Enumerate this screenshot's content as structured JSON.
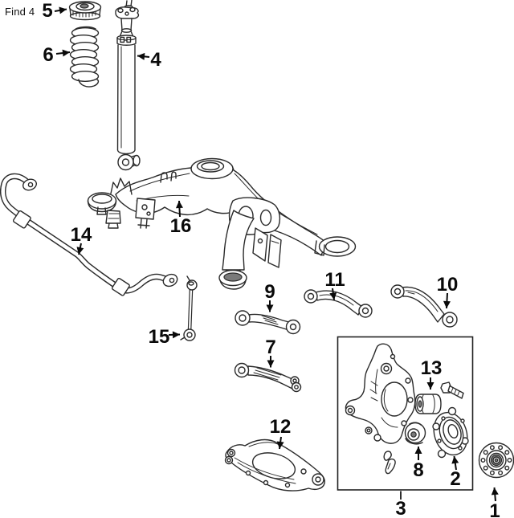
{
  "header": {
    "find_label": "Find 4"
  },
  "callouts": {
    "c1": "1",
    "c2": "2",
    "c3": "3",
    "c4": "4",
    "c5": "5",
    "c6": "6",
    "c7": "7",
    "c8": "8",
    "c9": "9",
    "c10": "10",
    "c11": "11",
    "c12": "12",
    "c13": "13",
    "c14": "14",
    "c15": "15",
    "c16": "16"
  },
  "colors": {
    "line": "#2a2a2a",
    "label": "#0a0a0a",
    "background": "#ffffff",
    "box_border": "#222222"
  }
}
